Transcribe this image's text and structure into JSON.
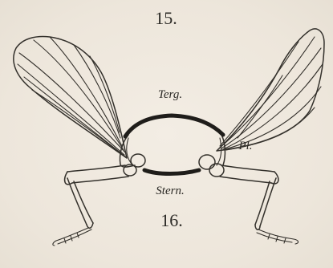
{
  "figure": {
    "number_top": "15.",
    "number_bottom": "16.",
    "labels": {
      "tergum": "Terg.",
      "pleuron": "Pl.",
      "sternum": "Stern."
    }
  }
}
